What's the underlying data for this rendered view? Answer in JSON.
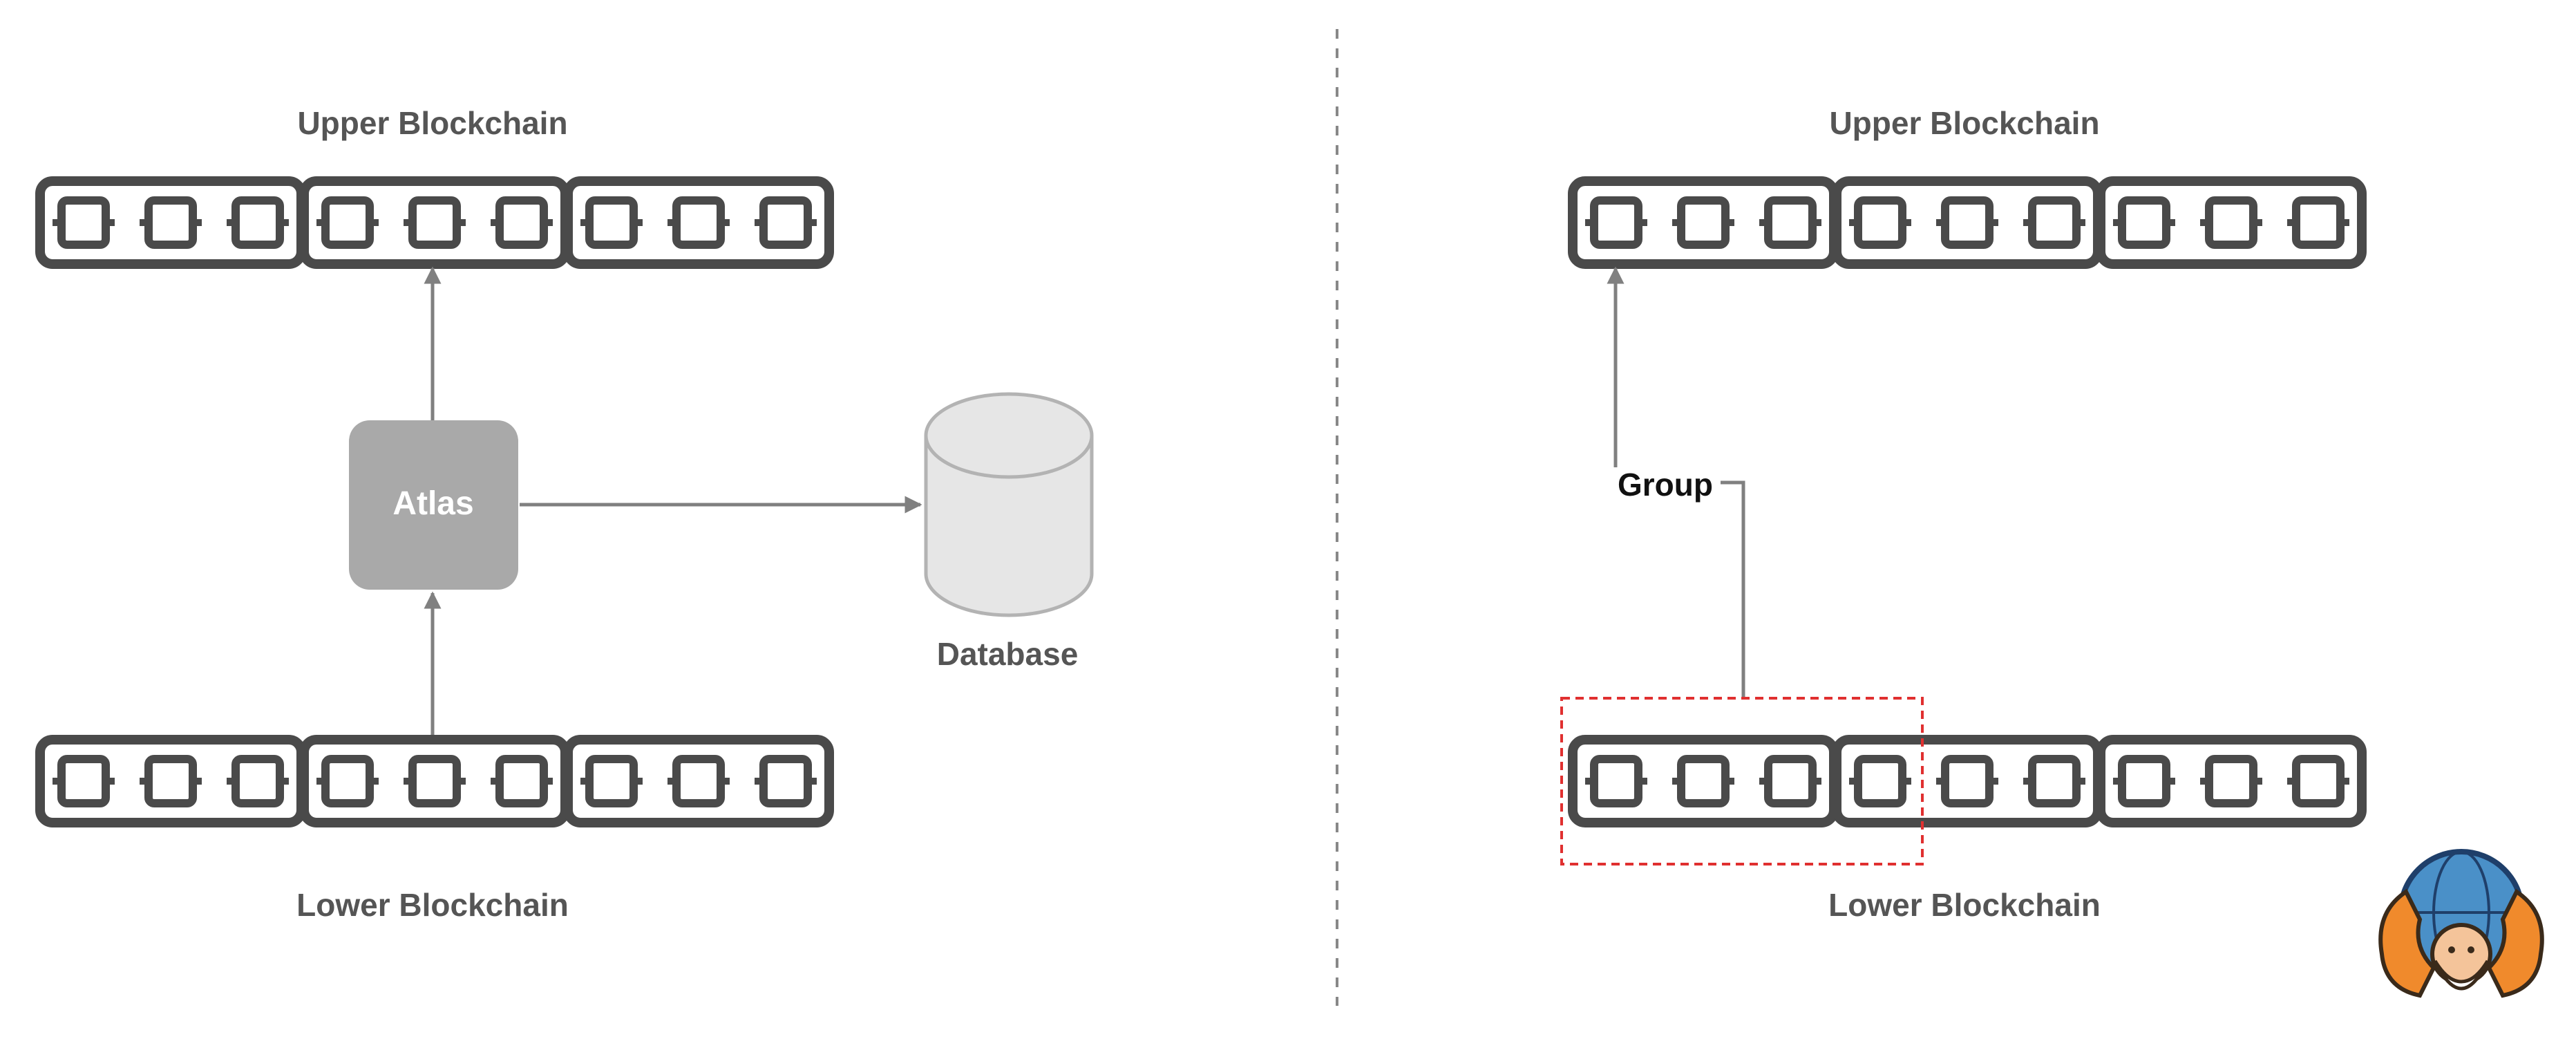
{
  "left_panel": {
    "upper_label": "Upper Blockchain",
    "lower_label": "Lower Blockchain",
    "atlas_label": "Atlas",
    "database_label": "Database"
  },
  "right_panel": {
    "upper_label": "Upper Blockchain",
    "lower_label": "Lower Blockchain",
    "group_label": "Group"
  },
  "chain": {
    "blocks_per_chain": 9,
    "segments": 3,
    "blocks_per_segment": 3,
    "grouped_blocks": 4
  },
  "logo": {
    "icon": "atlas-mascot-icon"
  },
  "colors": {
    "chain": "#4a4a4a",
    "arrow": "#808080",
    "atlas_box": "#a9a9a9",
    "database_fill": "#e6e6e6",
    "database_stroke": "#b3b3b3",
    "group_box": "#e03030",
    "divider": "#888888",
    "label": "#555555"
  }
}
